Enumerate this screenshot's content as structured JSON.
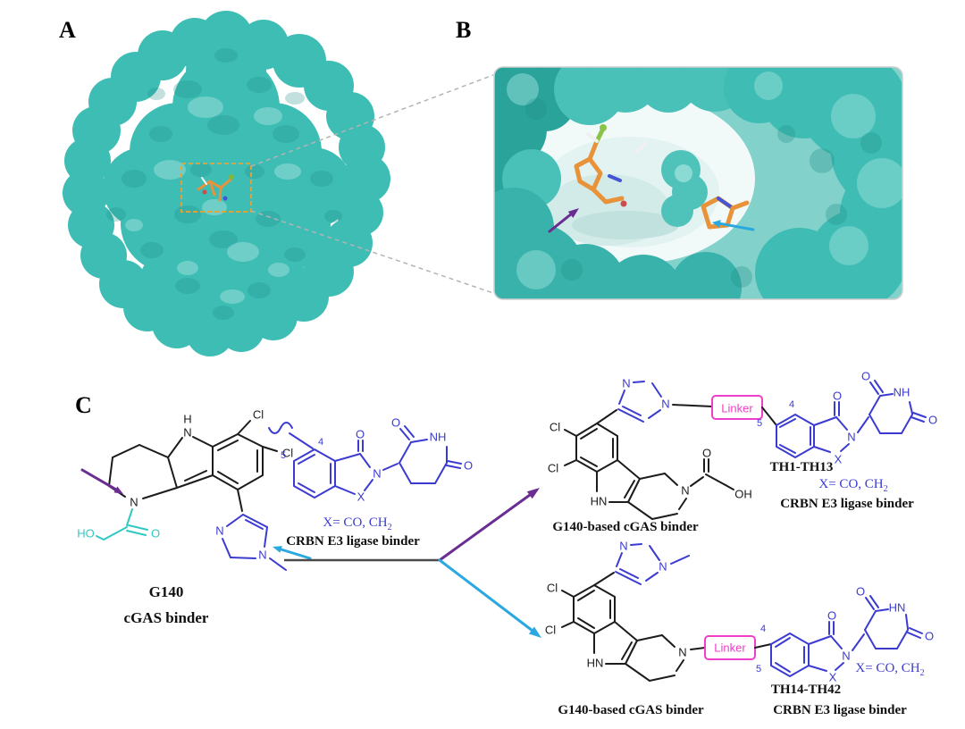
{
  "panel_labels": {
    "a": "A",
    "b": "B",
    "c": "C"
  },
  "atoms": {
    "h": "H",
    "n": "N",
    "hn": "HN",
    "nh": "NH",
    "ho": "HO",
    "oh": "OH",
    "o": "O",
    "cl": "Cl",
    "x": "X",
    "pos4": "4",
    "pos5": "5"
  },
  "g140": {
    "name": "G140",
    "role": "cGAS binder"
  },
  "crbn_fragment": {
    "caption": "CRBN E3 ligase binder",
    "x_definition": "X= CO, CH",
    "x_subscript": "2"
  },
  "linker_label": "Linker",
  "top_product": {
    "series": "TH1-TH13",
    "x_definition": "X= CO, CH",
    "x_subscript": "2",
    "crbn_caption": "CRBN E3 ligase binder",
    "cgas_caption": "G140-based cGAS binder"
  },
  "bottom_product": {
    "series": "TH14-TH42",
    "x_definition": "X= CO, CH",
    "x_subscript": "2",
    "crbn_caption": "CRBN E3 ligase binder",
    "cgas_caption": "G140-based cGAS binder"
  },
  "colors": {
    "protein_surface": "#3ebdb5",
    "ligand_orange": "#e8923a",
    "structure_blue": "#3b3bd1",
    "hydroxyacetyl_cyan": "#2ec9c0",
    "linker_pink": "#ee3fc8",
    "arrow_purple": "#6a2d91",
    "arrow_cyan": "#2aa8e0"
  }
}
